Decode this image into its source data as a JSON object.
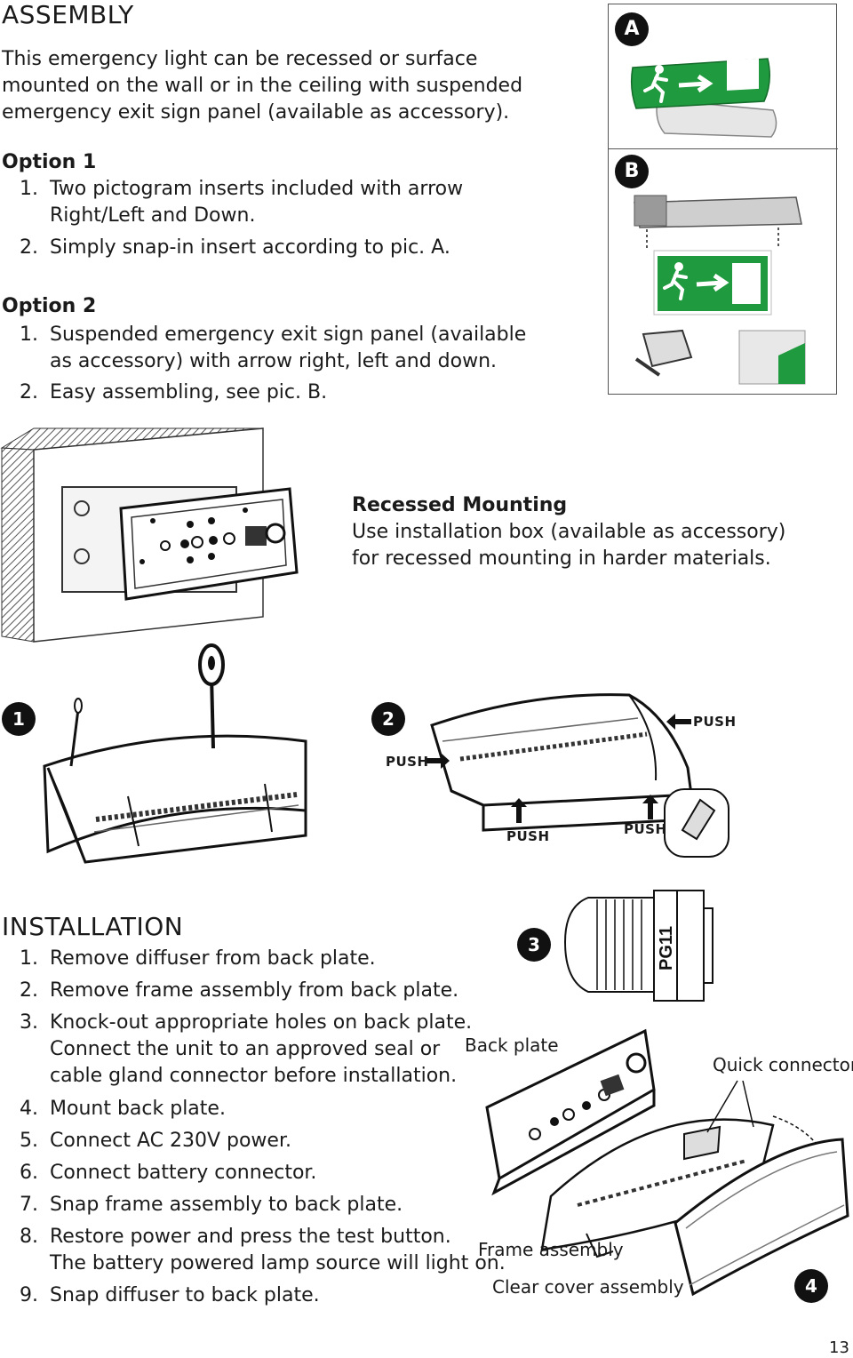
{
  "assembly": {
    "heading": "ASSEMBLY",
    "intro_lines": [
      "This emergency light can be recessed or surface",
      "mounted on the wall or in the ceiling with suspended",
      "emergency exit sign panel (available as accessory)."
    ],
    "option1": {
      "title": "Option 1",
      "items": [
        {
          "num": "1.",
          "lines": [
            "Two pictogram inserts included with arrow",
            "Right/Left and Down."
          ]
        },
        {
          "num": "2.",
          "lines": [
            "Simply snap-in insert according to pic. A."
          ]
        }
      ]
    },
    "option2": {
      "title": "Option 2",
      "items": [
        {
          "num": "1.",
          "lines": [
            "Suspended emergency exit sign panel (available",
            "as accessory) with arrow right, left and down."
          ]
        },
        {
          "num": "2.",
          "lines": [
            "Easy assembling, see pic. B."
          ]
        }
      ]
    },
    "pic_labels": {
      "a": "A",
      "b": "B"
    }
  },
  "recessed": {
    "title": "Recessed Mounting",
    "lines": [
      "Use installation box (available as accessory)",
      "for recessed mounting in harder materials."
    ]
  },
  "steps": {
    "badge1": "1",
    "badge2": "2",
    "badge3": "3",
    "badge4": "4",
    "push_label": "PUSH"
  },
  "installation": {
    "heading": "INSTALLATION",
    "items": [
      {
        "num": "1.",
        "lines": [
          "Remove diffuser from back plate."
        ]
      },
      {
        "num": "2.",
        "lines": [
          "Remove frame assembly from back plate."
        ]
      },
      {
        "num": "3.",
        "lines": [
          "Knock-out appropriate holes on back plate.",
          "Connect the unit to an approved seal or",
          "cable gland connector before installation."
        ]
      },
      {
        "num": "4.",
        "lines": [
          "Mount back plate."
        ]
      },
      {
        "num": "5.",
        "lines": [
          "Connect AC 230V power."
        ]
      },
      {
        "num": "6.",
        "lines": [
          "Connect battery connector."
        ]
      },
      {
        "num": "7.",
        "lines": [
          "Snap frame assembly to back plate."
        ]
      },
      {
        "num": "8.",
        "lines": [
          "Restore power and press the test button.",
          "The battery powered lamp source will light on."
        ]
      },
      {
        "num": "9.",
        "lines": [
          "Snap diffuser to back plate."
        ]
      }
    ],
    "callouts": {
      "back_plate": "Back plate",
      "quick_connector": "Quick connector",
      "frame_assembly": "Frame assembly",
      "clear_cover": "Clear cover assembly",
      "gland_marking": "PG11"
    }
  },
  "page_number": "13",
  "colors": {
    "sign_green": "#1f9a3e",
    "ink": "#1a1a1a"
  }
}
